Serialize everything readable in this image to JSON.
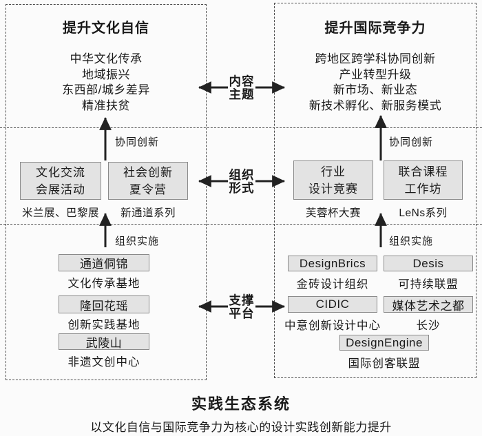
{
  "left_panel": {
    "title": "提升文化自信",
    "themes": [
      "中华文化传承",
      "地域振兴",
      "东西部/城乡差异",
      "精准扶贫"
    ],
    "synergy_label": "协同创新",
    "implement_label": "组织实施",
    "org_boxes": [
      {
        "lines": [
          "文化交流",
          "会展活动"
        ],
        "caption": "米兰展、巴黎展"
      },
      {
        "lines": [
          "社会创新",
          "夏令营"
        ],
        "caption": "新通道系列"
      }
    ],
    "platform_items": [
      {
        "box": "通道侗锦",
        "caption": "文化传承基地"
      },
      {
        "box": "隆回花瑶",
        "caption": "创新实践基地"
      },
      {
        "box": "武陵山",
        "caption": "非遗文创中心"
      }
    ]
  },
  "right_panel": {
    "title": "提升国际竞争力",
    "themes": [
      "跨地区跨学科协同创新",
      "产业转型升级",
      "新市场、新业态",
      "新技术孵化、新服务模式"
    ],
    "synergy_label": "协同创新",
    "implement_label": "组织实施",
    "org_boxes": [
      {
        "lines": [
          "行业",
          "设计竞赛"
        ],
        "caption": "芙蓉杯大赛"
      },
      {
        "lines": [
          "联合课程",
          "工作坊"
        ],
        "caption": "LeNs系列"
      }
    ],
    "platform_items": [
      {
        "box": "DesignBrics",
        "caption": "金砖设计组织"
      },
      {
        "box": "Desis",
        "caption": "可持续联盟"
      },
      {
        "box": "CIDIC",
        "caption": "中意创新设计中心"
      },
      {
        "box": "媒体艺术之都",
        "caption": "长沙"
      },
      {
        "box": "DesignEngine",
        "caption": "国际创客联盟"
      }
    ]
  },
  "connectors": [
    {
      "lines": [
        "内容",
        "主题"
      ]
    },
    {
      "lines": [
        "组织",
        "形式"
      ]
    },
    {
      "lines": [
        "支撑",
        "平台"
      ]
    }
  ],
  "footer": {
    "title": "实践生态系统",
    "subtitle": "以文化自信与国际竞争力为核心的设计实践创新能力提升"
  },
  "colors": {
    "background": "#fbfbfb",
    "box_fill": "#e3e3e3",
    "box_border": "#8a8a8a",
    "dash_line": "#4d4d4d",
    "arrow": "#222222",
    "text": "#1a1a1a"
  }
}
